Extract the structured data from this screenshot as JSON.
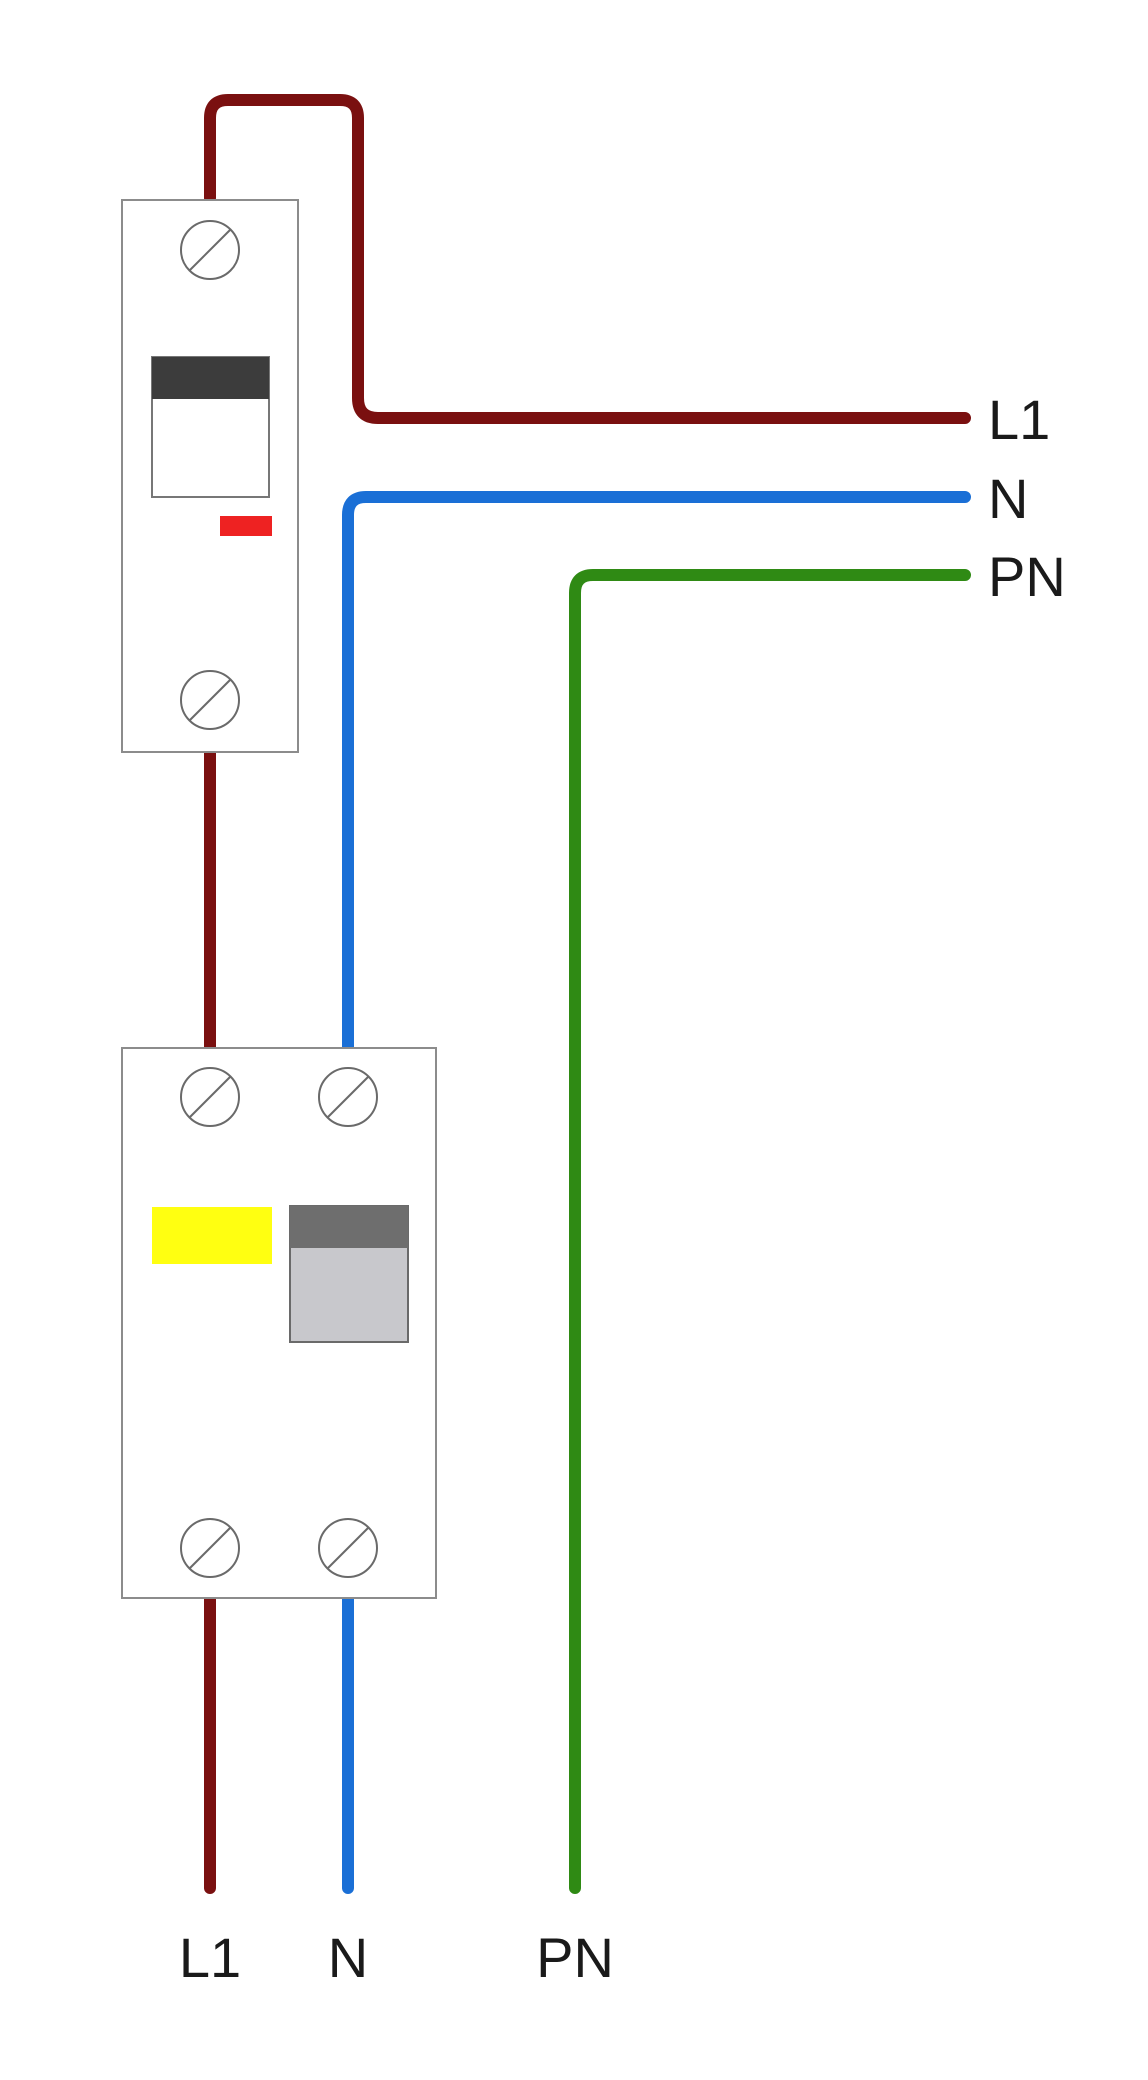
{
  "colors": {
    "phase": "#7a1010",
    "neutral": "#1a6fd6",
    "protective": "#2f8a14",
    "background": "#ffffff",
    "indicator_red": "#ee2222",
    "indicator_yellow": "#ffff11",
    "toggle_dark": "#3c3c3c",
    "toggle_grey_dark": "#6e6e6e",
    "toggle_grey_light": "#c8c8cc"
  },
  "wires": {
    "phase_label_top": "L1",
    "neutral_label_top": "N",
    "protective_label_top": "PN",
    "phase_label_bottom": "L1",
    "neutral_label_bottom": "N",
    "protective_label_bottom": "PN"
  },
  "devices": [
    {
      "id": "circuit-breaker",
      "icon": "circuit-breaker-icon"
    },
    {
      "id": "residual-current-device",
      "icon": "rcd-icon"
    }
  ]
}
